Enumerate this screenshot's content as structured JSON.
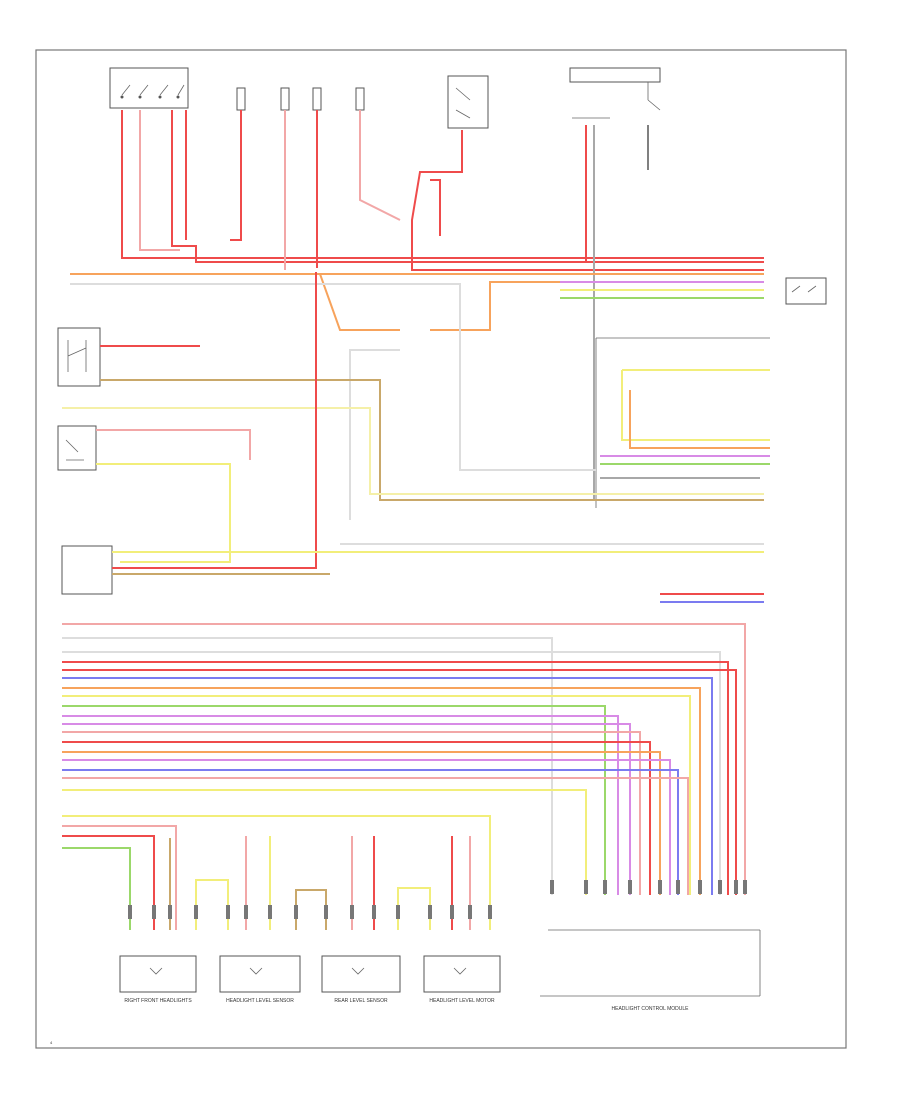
{
  "colors": {
    "red": "#ef4b4b",
    "pink": "#f2a7a7",
    "orange": "#f7a35c",
    "yellow": "#f2ee7a",
    "pale_yellow": "#f5f0a8",
    "green": "#9bd86a",
    "blue": "#7b7bf0",
    "violet": "#d88be6",
    "grey": "#a8a8a8",
    "brown": "#c9a86a",
    "black": "#555555",
    "white": "#dddddd"
  },
  "bottom_components": [
    {
      "name": "RIGHT FRONT HEADLIGHTS"
    },
    {
      "name": "HEADLIGHT LEVEL SENSOR"
    },
    {
      "name": "REAR LEVEL SENSOR"
    },
    {
      "name": "HEADLIGHT LEVEL MOTOR"
    }
  ],
  "module_label": "HEADLIGHT CONTROL MODULE",
  "page_number": "4"
}
